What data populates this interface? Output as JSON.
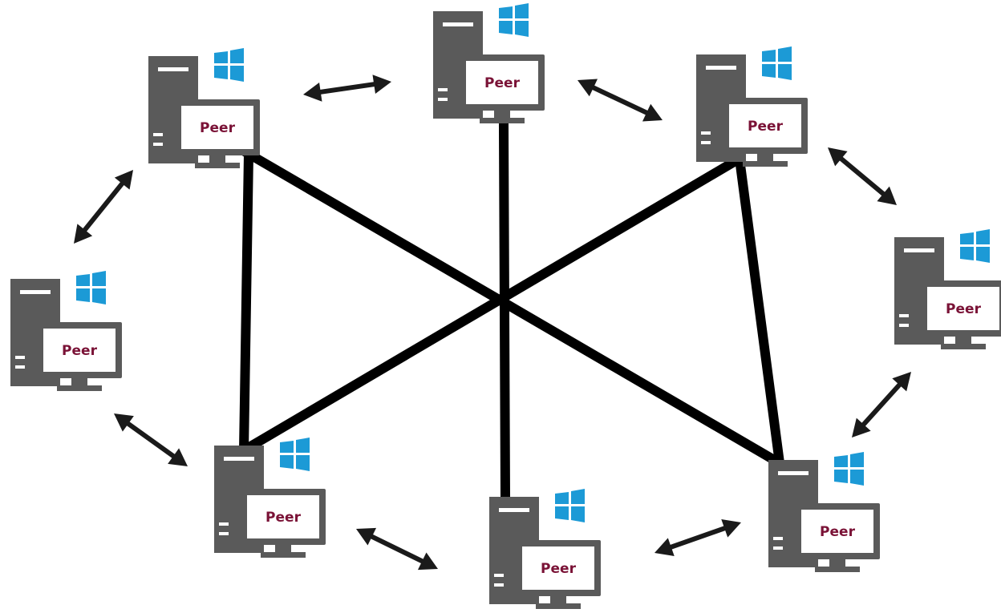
{
  "diagram": {
    "colors": {
      "background": "#ffffff",
      "tower": "#5a5a5a",
      "tower_detail": "#ffffff",
      "monitor_frame": "#5a5a5a",
      "screen": "#ffffff",
      "label": "#7a1236",
      "windows_logo": "#1c9ad6",
      "link": "#000000",
      "arrow": "#1a1a1a"
    },
    "peers": [
      {
        "id": "top-left",
        "label": "Peer",
        "icon": "computer-icon",
        "badge": "windows-logo-icon"
      },
      {
        "id": "top-center",
        "label": "Peer",
        "icon": "computer-icon",
        "badge": "windows-logo-icon"
      },
      {
        "id": "top-right",
        "label": "Peer",
        "icon": "computer-icon",
        "badge": "windows-logo-icon"
      },
      {
        "id": "mid-left",
        "label": "Peer",
        "icon": "computer-icon",
        "badge": "windows-logo-icon"
      },
      {
        "id": "mid-right",
        "label": "Peer",
        "icon": "computer-icon",
        "badge": "windows-logo-icon"
      },
      {
        "id": "bottom-left",
        "label": "Peer",
        "icon": "computer-icon",
        "badge": "windows-logo-icon"
      },
      {
        "id": "bottom-center",
        "label": "Peer",
        "icon": "computer-icon",
        "badge": "windows-logo-icon"
      },
      {
        "id": "bottom-right",
        "label": "Peer",
        "icon": "computer-icon",
        "badge": "windows-logo-icon"
      }
    ],
    "links": [
      {
        "from": "top-left",
        "to": "bottom-left"
      },
      {
        "from": "top-left",
        "to": "bottom-right"
      },
      {
        "from": "top-right",
        "to": "bottom-left"
      },
      {
        "from": "top-right",
        "to": "bottom-right"
      },
      {
        "from": "top-center",
        "to": "bottom-center"
      }
    ],
    "arrows": [
      {
        "between": [
          "top-left",
          "top-center"
        ],
        "icon": "double-arrow-icon"
      },
      {
        "between": [
          "top-center",
          "top-right"
        ],
        "icon": "double-arrow-icon"
      },
      {
        "between": [
          "top-right",
          "mid-right"
        ],
        "icon": "double-arrow-icon"
      },
      {
        "between": [
          "mid-right",
          "bottom-right"
        ],
        "icon": "double-arrow-icon"
      },
      {
        "between": [
          "bottom-right",
          "bottom-center"
        ],
        "icon": "double-arrow-icon"
      },
      {
        "between": [
          "bottom-center",
          "bottom-left"
        ],
        "icon": "double-arrow-icon"
      },
      {
        "between": [
          "bottom-left",
          "mid-left"
        ],
        "icon": "double-arrow-icon"
      },
      {
        "between": [
          "mid-left",
          "top-left"
        ],
        "icon": "double-arrow-icon"
      }
    ]
  }
}
